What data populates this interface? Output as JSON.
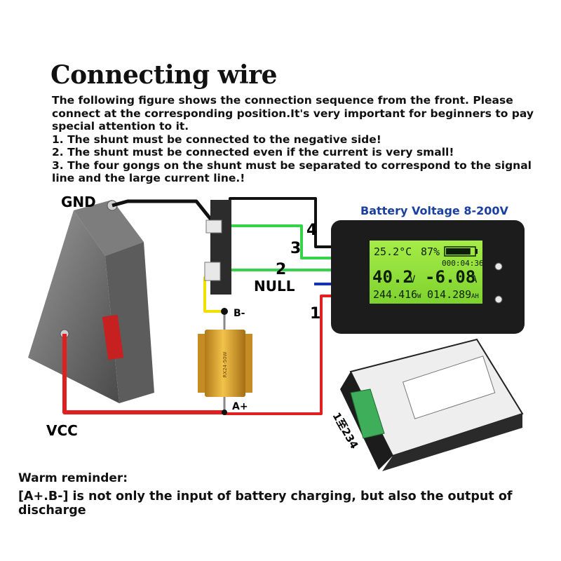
{
  "title": "Connecting wire",
  "intro_lines": [
    "The following figure shows the connection sequence from the front. Please connect at the corresponding position.It's very important for beginners to pay special attention to it.",
    "1. The shunt must be connected to the negative side!",
    "2. The shunt must be connected even if the current is very small!",
    "3. The four gongs on the shunt must be separated to correspond to the signal line and the large current line.!"
  ],
  "labels": {
    "gnd": "GND",
    "vcc": "VCC",
    "null": "NULL",
    "b_minus": "B-",
    "a_plus": "A+",
    "wire1": "1",
    "wire2": "2",
    "wire3": "3",
    "wire4": "4",
    "terminal_order": "1至234"
  },
  "meter": {
    "heading": "Battery Voltage 8-200V",
    "temperature": "25.2°C",
    "percent": "87%",
    "timer": "000:04:36",
    "voltage": "40.2",
    "voltage_unit": "V",
    "current": "-6.08",
    "current_unit": "A",
    "energy": "244.416",
    "energy_unit": "W",
    "capacity": "014.289",
    "capacity_unit": "AH",
    "battery_level": 0.87
  },
  "resistor_marking": "RX24-50W",
  "reminder": {
    "title": "Warm reminder:",
    "body": "[A+.B-] is not only the input of battery charging, but also the output of discharge"
  },
  "colors": {
    "wire_gnd": "#111111",
    "wire_signal": "#36d34a",
    "wire_null": "#1030c8",
    "wire_vcc": "#e02020",
    "wire_shunt": "#f0e000",
    "lcd": "#8ee03a",
    "heading": "#1a3fa0"
  }
}
